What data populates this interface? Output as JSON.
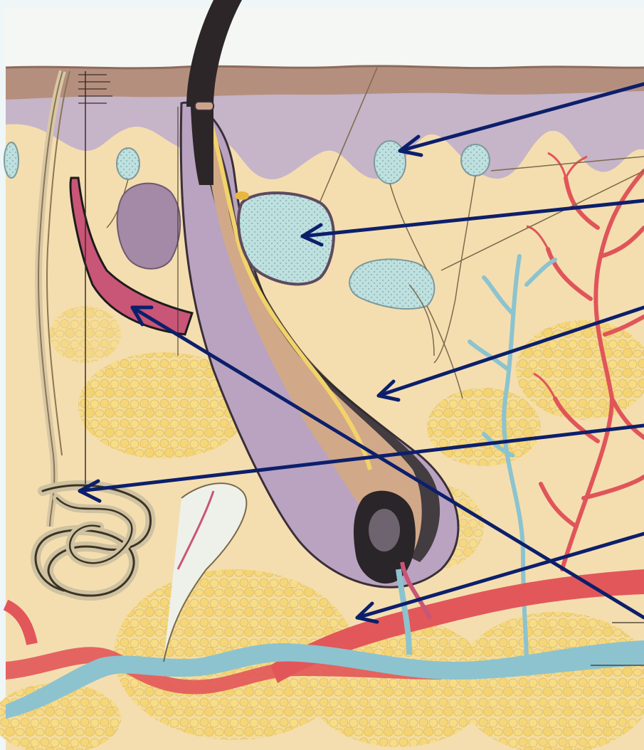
{
  "figure": {
    "description_visible_text": "",
    "colors": {
      "background_top": "#eef6f7",
      "epidermis": "#b79587",
      "dermis_upper": "#c8b8c9",
      "dermis": "#f4deb0",
      "fat": "#f2d48a",
      "artery": "#e0555a",
      "vein": "#8cc3cf",
      "nerve": "#9a8a62",
      "hair": "#2f2a2a",
      "follicle": "#b9a3c0",
      "arrow": "#0c1f6b"
    }
  },
  "arrows": [
    {
      "name": "arrow-to-touch-receptor"
    },
    {
      "name": "arrow-to-sebaceous-gland"
    },
    {
      "name": "arrow-to-hair-follicle"
    },
    {
      "name": "arrow-to-sweat-gland"
    },
    {
      "name": "arrow-to-blood-vessel"
    },
    {
      "name": "arrow-to-arrector-muscle"
    }
  ]
}
